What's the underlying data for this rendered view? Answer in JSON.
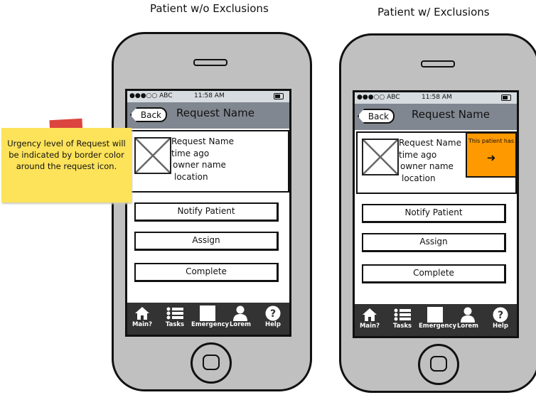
{
  "phones": [
    {
      "title": "Patient w/o Exclusions",
      "status": {
        "carrier": "●●●○○ ABC",
        "time": "11:58 AM"
      },
      "nav": {
        "back": "Back",
        "title": "Request Name"
      },
      "card": {
        "name": "Request Name",
        "time": "time ago",
        "owner": "owner name",
        "location": "location"
      },
      "buttons": [
        "Notify Patient",
        "Assign",
        "Complete"
      ]
    },
    {
      "title": "Patient w/ Exclusions",
      "status": {
        "carrier": "●●●○○ ABC",
        "time": "11:58 AM"
      },
      "nav": {
        "back": "Back",
        "title": "Request Name"
      },
      "card": {
        "name": "Request Name",
        "time": "time ago",
        "owner": "owner name",
        "location": "location"
      },
      "buttons": [
        "Notify Patient",
        "Assign",
        "Complete"
      ],
      "popup": {
        "text": "This patient has",
        "arrow": "➜"
      }
    }
  ],
  "tabs": [
    {
      "label": "Main?",
      "icon": "home-icon"
    },
    {
      "label": "Tasks",
      "icon": "list-icon"
    },
    {
      "label": "Emergency",
      "icon": "square-icon"
    },
    {
      "label": "Lorem",
      "icon": "user-icon"
    },
    {
      "label": "Help",
      "icon": "help-icon"
    }
  ],
  "note": {
    "text": "Urgency level of Request will be indicated by border color around the request icon."
  },
  "colors": {
    "nav": "#818791",
    "popup": "#ff9900",
    "note": "#fde35a",
    "tape": "#d8302a"
  }
}
